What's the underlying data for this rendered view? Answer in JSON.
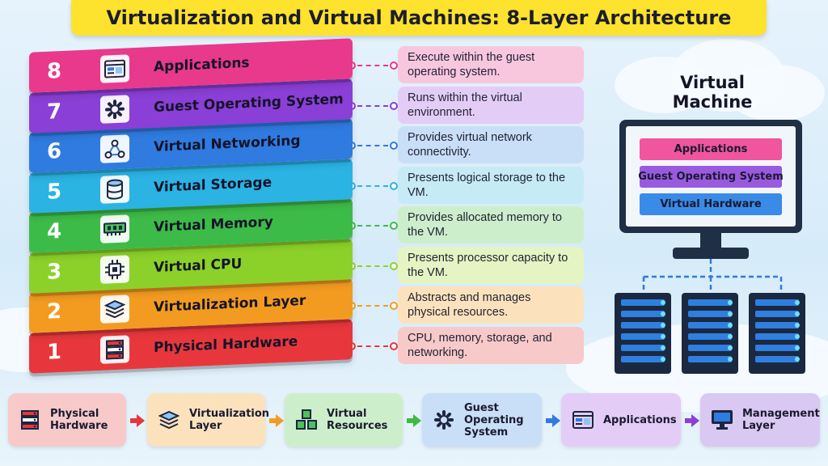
{
  "title": "Virtualization and Virtual Machines: 8-Layer Architecture",
  "layers": [
    {
      "number": "8",
      "label": "Applications",
      "icon": "window-icon",
      "color": "#e8398c",
      "light": "#f8c7de",
      "desc": "Execute within the guest operating system."
    },
    {
      "number": "7",
      "label": "Guest Operating System",
      "icon": "gear-icon",
      "color": "#8a3fd6",
      "light": "#e3cdf6",
      "desc": "Runs within the virtual environment."
    },
    {
      "number": "6",
      "label": "Virtual Networking",
      "icon": "network-icon",
      "color": "#2f7be0",
      "light": "#c9def7",
      "desc": "Provides virtual network connectivity."
    },
    {
      "number": "5",
      "label": "Virtual Storage",
      "icon": "database-icon",
      "color": "#2bb3e4",
      "light": "#c6eaf6",
      "desc": "Presents logical storage to the VM."
    },
    {
      "number": "4",
      "label": "Virtual Memory",
      "icon": "memory-icon",
      "color": "#3dbb48",
      "light": "#cdeecb",
      "desc": "Provides allocated memory to the VM."
    },
    {
      "number": "3",
      "label": "Virtual CPU",
      "icon": "cpu-icon",
      "color": "#8cd12a",
      "light": "#e4f4c3",
      "desc": "Presents processor capacity to the VM."
    },
    {
      "number": "2",
      "label": "Virtualization Layer",
      "icon": "layers-icon",
      "color": "#f39b21",
      "light": "#fbe2bd",
      "desc": "Abstracts and manages physical resources."
    },
    {
      "number": "1",
      "label": "Physical Hardware",
      "icon": "server-icon",
      "color": "#e8373c",
      "light": "#f8c9c9",
      "desc": "CPU, memory, storage, and networking."
    }
  ],
  "vm": {
    "title": "Virtual Machine",
    "bars": [
      {
        "label": "Applications",
        "color": "#f0559e"
      },
      {
        "label": "Guest Operating System",
        "color": "#9a5ae0"
      },
      {
        "label": "Virtual Hardware",
        "color": "#3a8ae8"
      }
    ]
  },
  "flow": [
    {
      "label": "Physical Hardware",
      "icon": "server-icon",
      "color": "#f8c9c9"
    },
    {
      "label": "Virtualization Layer",
      "icon": "layers-icon",
      "color": "#fbe2bd"
    },
    {
      "label": "Virtual Resources",
      "icon": "cubes-icon",
      "color": "#cdeecb"
    },
    {
      "label": "Guest Operating System",
      "icon": "gear-icon",
      "color": "#c9def7"
    },
    {
      "label": "Applications",
      "icon": "window-icon",
      "color": "#e3cdf6"
    },
    {
      "label": "Management Layer",
      "icon": "monitor-icon",
      "color": "#d9c8f2"
    }
  ],
  "flow_arrow_colors": [
    "#e8373c",
    "#f39b21",
    "#3dbb48",
    "#2f7be0",
    "#8a3fd6"
  ]
}
